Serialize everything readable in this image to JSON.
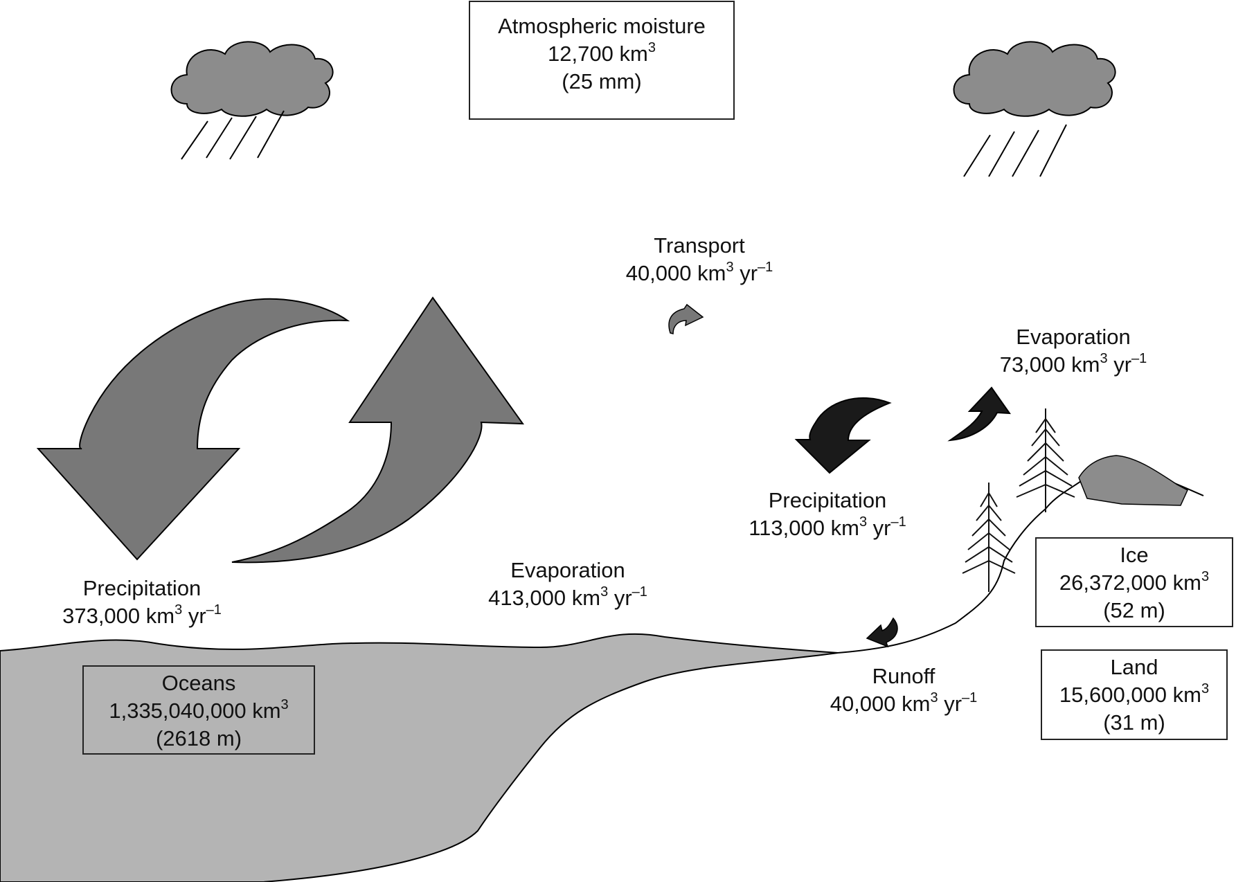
{
  "atmosphere": {
    "title": "Atmospheric moisture",
    "volume_value": "12,700 km",
    "volume_exp": "3",
    "depth": "(25 mm)"
  },
  "ocean_precipitation": {
    "label": "Precipitation",
    "rate_value": "373,000 km",
    "rate_exp": "3",
    "rate_unit": " yr",
    "rate_unit_exp": "–1"
  },
  "ocean_evaporation": {
    "label": "Evaporation",
    "rate_value": "413,000 km",
    "rate_exp": "3",
    "rate_unit": " yr",
    "rate_unit_exp": "–1"
  },
  "transport": {
    "label": "Transport",
    "rate_value": "40,000 km",
    "rate_exp": "3",
    "rate_unit": " yr",
    "rate_unit_exp": "–1"
  },
  "land_evaporation": {
    "label": "Evaporation",
    "rate_value": "73,000 km",
    "rate_exp": "3",
    "rate_unit": " yr",
    "rate_unit_exp": "–1"
  },
  "land_precipitation": {
    "label": "Precipitation",
    "rate_value": "113,000 km",
    "rate_exp": "3",
    "rate_unit": " yr",
    "rate_unit_exp": "–1"
  },
  "runoff": {
    "label": "Runoff",
    "rate_value": "40,000 km",
    "rate_exp": "3",
    "rate_unit": " yr",
    "rate_unit_exp": "–1"
  },
  "oceans": {
    "title": "Oceans",
    "volume_value": "1,335,040,000 km",
    "volume_exp": "3",
    "depth": "(2618 m)"
  },
  "ice": {
    "title": "Ice",
    "volume_value": "26,372,000 km",
    "volume_exp": "3",
    "depth": "(52 m)"
  },
  "land": {
    "title": "Land",
    "volume_value": "15,600,000 km",
    "volume_exp": "3",
    "depth": "(31 m)"
  },
  "colors": {
    "ocean": "#b4b4b4",
    "big_arrow": "#787878",
    "small_arrow": "#1a1a1a",
    "cloud": "#8c8c8c",
    "outline": "#000000"
  },
  "icons": [
    "rain-cloud-icon",
    "tree-icon",
    "rock-icon",
    "curved-arrow-icon"
  ]
}
